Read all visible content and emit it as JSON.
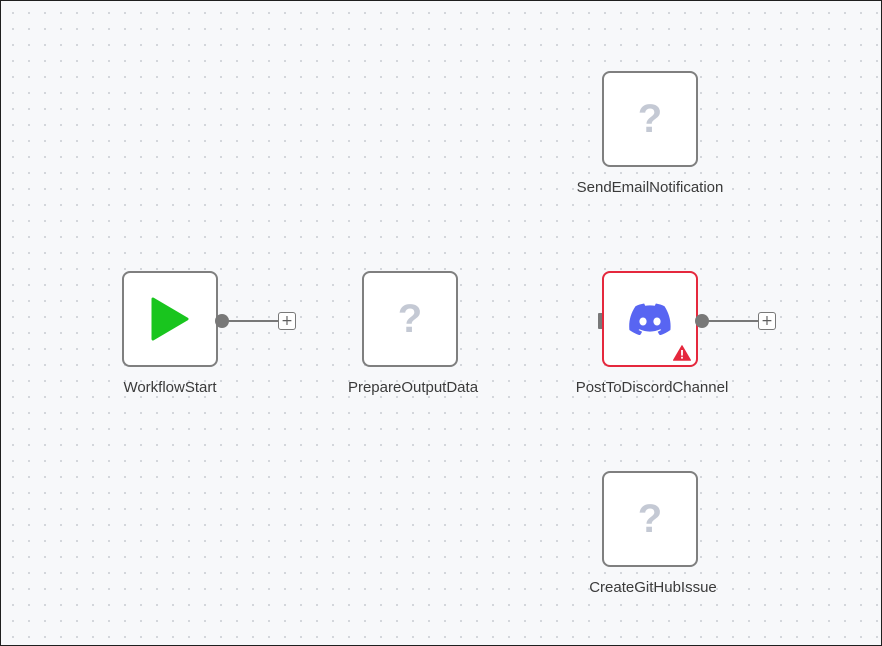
{
  "nodes": {
    "send_email": {
      "label": "SendEmailNotification",
      "icon": "question-mark-icon",
      "icon_text": "?"
    },
    "workflow_start": {
      "label": "WorkflowStart",
      "icon": "play-icon",
      "icon_color": "#19c51e"
    },
    "prepare_output": {
      "label": "PrepareOutputData",
      "icon": "question-mark-icon",
      "icon_text": "?"
    },
    "post_discord": {
      "label": "PostToDiscordChannel",
      "icon": "discord-icon",
      "icon_color": "#5865f2",
      "status": "warning",
      "status_color": "#e5283d"
    },
    "create_github": {
      "label": "CreateGitHubIssue",
      "icon": "question-mark-icon",
      "icon_text": "?"
    }
  },
  "add_button": {
    "symbol": "+"
  },
  "colors": {
    "node_border": "#7f7f7f",
    "error_border": "#e5283d",
    "connector": "#787878",
    "canvas_bg": "#f7f8fa"
  }
}
